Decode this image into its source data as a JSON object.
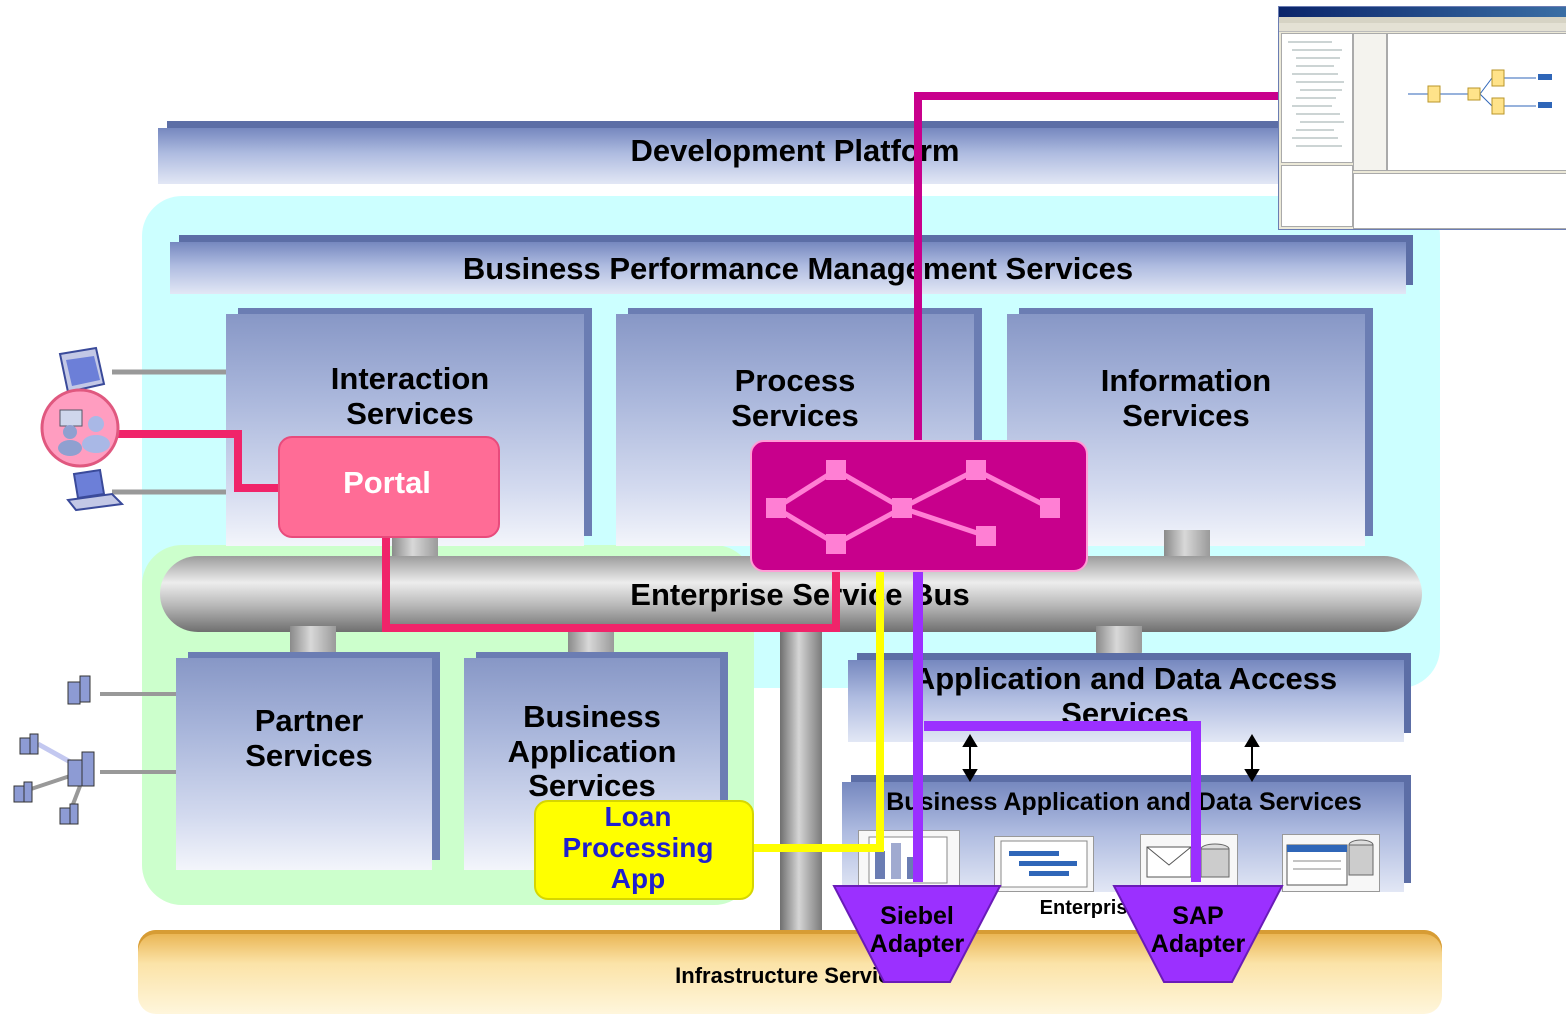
{
  "diagram": {
    "dev_platform": "Development Platform",
    "bpm": "Business Performance Management Services",
    "interaction": "Interaction Services",
    "process": "Process Services",
    "information": "Information Services",
    "portal": "Portal",
    "esb": "Enterprise Service Bus",
    "partner": "Partner Services",
    "business_app_services": "Business Application Services",
    "loan_app": "Loan Processing App",
    "app_data_access": "Application and Data Access Services",
    "business_app_data": "Business Application and Data Services",
    "enterprise_apps": "Enterprise Applic...a",
    "siebel_adapter": "Siebel Adapter",
    "sap_adapter": "SAP Adapter",
    "infrastructure": "Infrastructure Services"
  },
  "colors": {
    "portal_line": "#f0246a",
    "process_line": "#c8008c",
    "loan_line": "#ffff00",
    "adapter_line": "#9b30ff",
    "process_box": "#c8008c",
    "portal_box": "#ff6c96",
    "loan_box": "#ffff00",
    "adapter": "#9b30ff"
  },
  "icons": [
    "monitor-icon",
    "user-group-icon",
    "laptop-icon",
    "building-icon",
    "building-network-icon",
    "chart-app-icon",
    "timeline-app-icon",
    "mail-db-icon",
    "database-window-icon",
    "ide-screenshot-thumbnail"
  ]
}
